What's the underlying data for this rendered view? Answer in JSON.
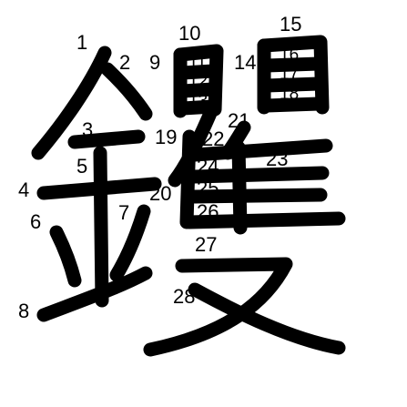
{
  "strokes": {
    "s1": "1",
    "s2": "2",
    "s3": "3",
    "s4": "4",
    "s5": "5",
    "s6": "6",
    "s7": "7",
    "s8": "8",
    "s9": "9",
    "s10": "10",
    "s11": "11",
    "s12": "12",
    "s13": "13",
    "s14": "14",
    "s15": "15",
    "s16": "16",
    "s17": "17",
    "s18": "18",
    "s19": "19",
    "s20": "20",
    "s21": "21",
    "s22": "22",
    "s23": "23",
    "s24": "24",
    "s25": "25",
    "s26": "26",
    "s27": "27",
    "s28": "28"
  },
  "colors": {
    "ink": "#000000",
    "background": "#ffffff"
  }
}
